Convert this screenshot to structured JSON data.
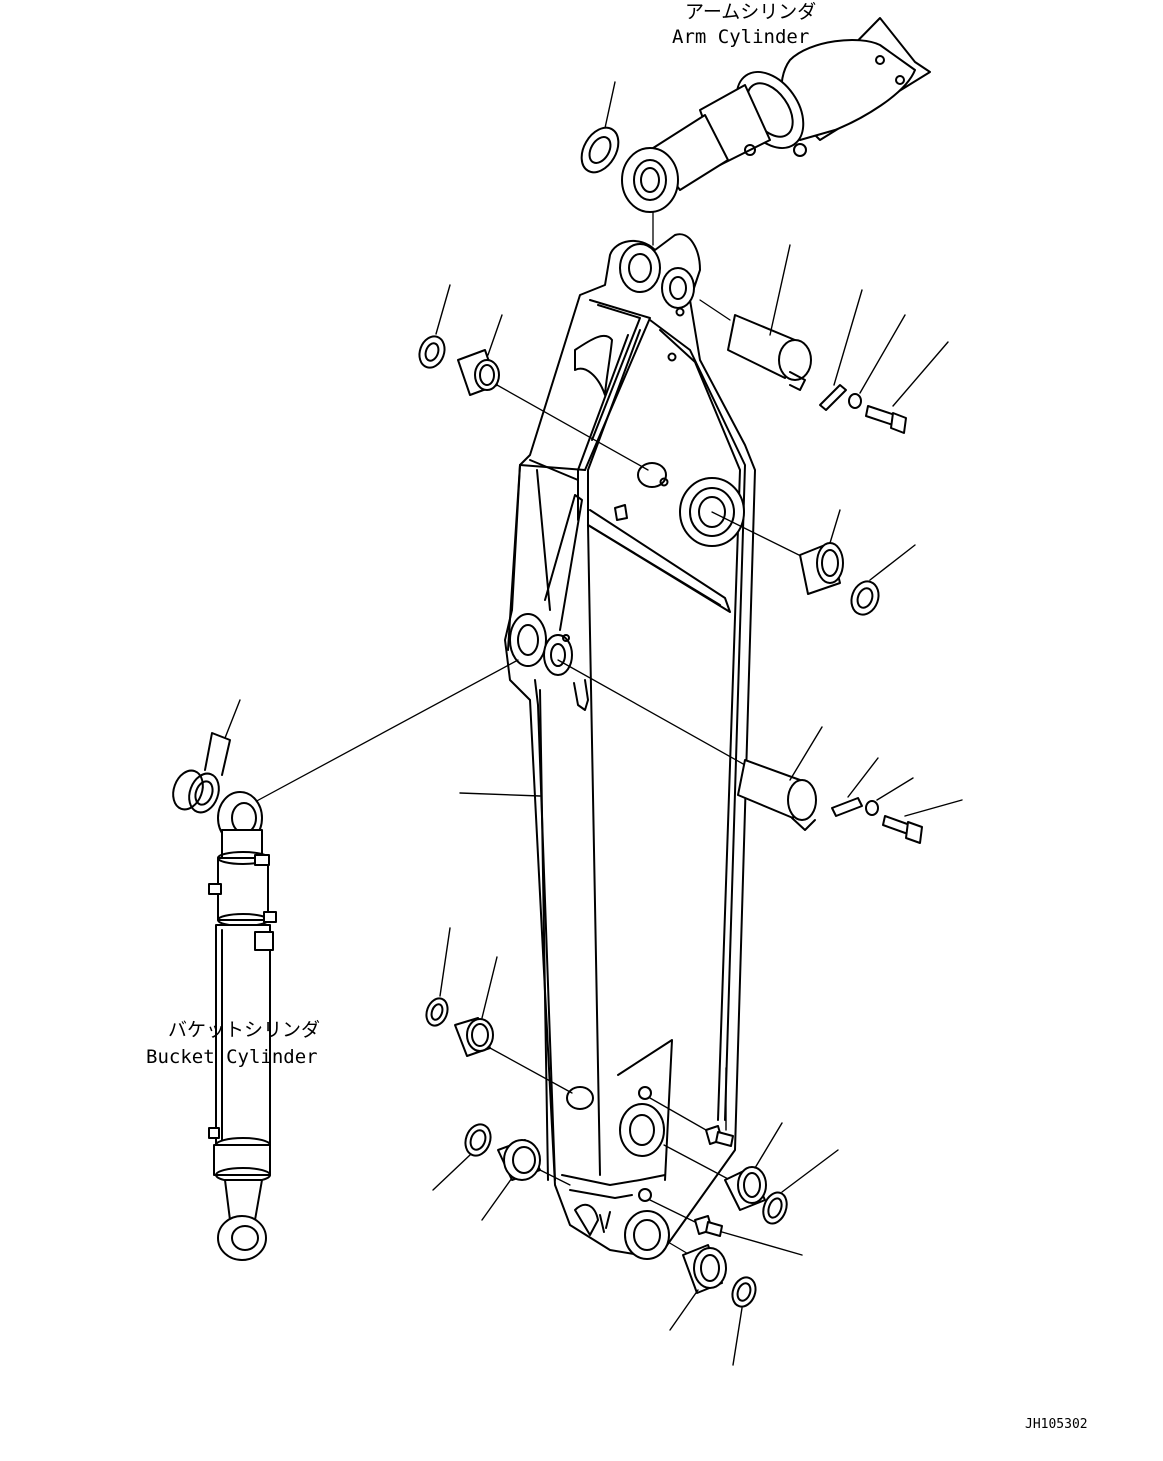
{
  "labels": {
    "arm_cylinder_jp": "アームシリンダ",
    "arm_cylinder_en": "Arm Cylinder",
    "bucket_cylinder_jp": "バケットシリンダ",
    "bucket_cylinder_en": "Bucket Cylinder"
  },
  "drawing_code": "JH105302"
}
